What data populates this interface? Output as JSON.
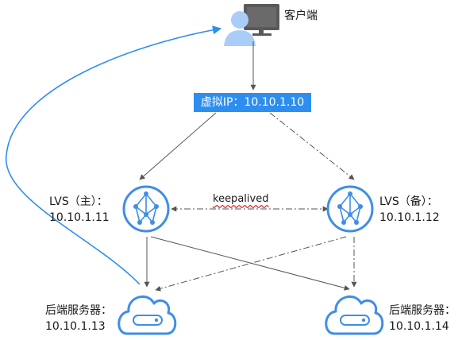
{
  "client": {
    "label": "客户端"
  },
  "vip": {
    "label": "虚拟IP：10.10.1.10"
  },
  "keepalived": {
    "label": "keepalived"
  },
  "lvs_master": {
    "line1": "LVS（主）：",
    "line2": "10.10.1.11"
  },
  "lvs_backup": {
    "line1": "LVS（备）：",
    "line2": "10.10.1.12"
  },
  "backend_left": {
    "line1": "后端服务器：",
    "line2": "10.10.1.13"
  },
  "backend_right": {
    "line1": "后端服务器：",
    "line2": "10.10.1.14"
  },
  "colors": {
    "accent": "#2e8ef0",
    "icon_blue": "#3f8ee6",
    "user_blue": "#a9cdf6",
    "monitor": "#555555",
    "connector": "#555555"
  },
  "icons": {
    "client": "user-at-monitor-icon",
    "lvs": "load-balancer-icon",
    "server": "cloud-server-icon"
  }
}
